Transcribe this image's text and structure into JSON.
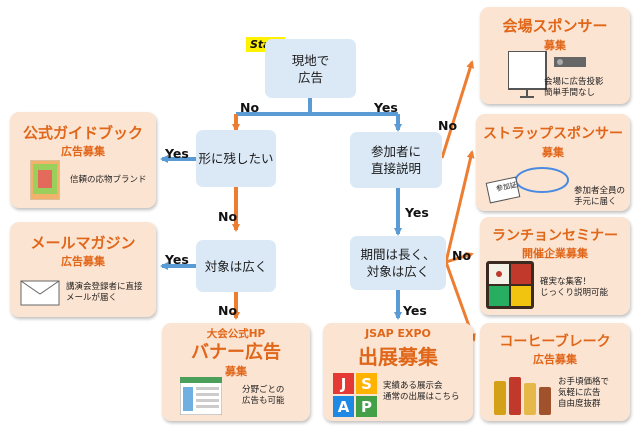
{
  "start_label": "Start",
  "nodes": {
    "q1": "現地で\n広告",
    "q2": "形に残したい",
    "q3": "対象は広く",
    "q4": "参加者に\n直接説明",
    "q5": "期間は長く、\n対象は広く"
  },
  "edges": {
    "no": "No",
    "yes": "Yes"
  },
  "cards": {
    "guide": {
      "title": "公式ガイドブック",
      "subtitle": "広告募集",
      "caption": "信頼の応物ブランド"
    },
    "mail": {
      "title": "メールマガジン",
      "subtitle": "広告募集",
      "caption": "講演会登録者に直接\nメールが届く"
    },
    "banner": {
      "pre": "大会公式HP",
      "title": "バナー広告",
      "subtitle": "募集",
      "caption": "分野ごとの\n広告も可能"
    },
    "expo": {
      "pre": "JSAP EXPO",
      "title": "出展募集",
      "caption": "実績ある展示会\n通常の出展はこちら",
      "logo_letters": [
        "J",
        "S",
        "A",
        "P"
      ]
    },
    "venue": {
      "title": "会場スポンサー",
      "subtitle": "募集",
      "caption": "会場に広告投影\n簡単手間なし"
    },
    "strap": {
      "title": "ストラップスポンサー",
      "subtitle": "募集",
      "caption": "参加者全員の\n手元に届く",
      "card_text": "参加証"
    },
    "lunch": {
      "title": "ランチョンセミナー",
      "subtitle": "開催企業募集",
      "caption": "確実な集客！\nじっくり説明可能"
    },
    "coffee": {
      "title": "コーヒーブレーク",
      "subtitle": "広告募集",
      "caption": "お手頃価格で\n気軽に広告\n自由度抜群"
    }
  },
  "colors": {
    "question_fill": "#dbe9f7",
    "card_fill": "#fce4d2",
    "title_orange": "#e0671a",
    "yes_arrow": "#5b9bd5",
    "no_arrow": "#ed7d31",
    "start_fill": "#fff200"
  }
}
